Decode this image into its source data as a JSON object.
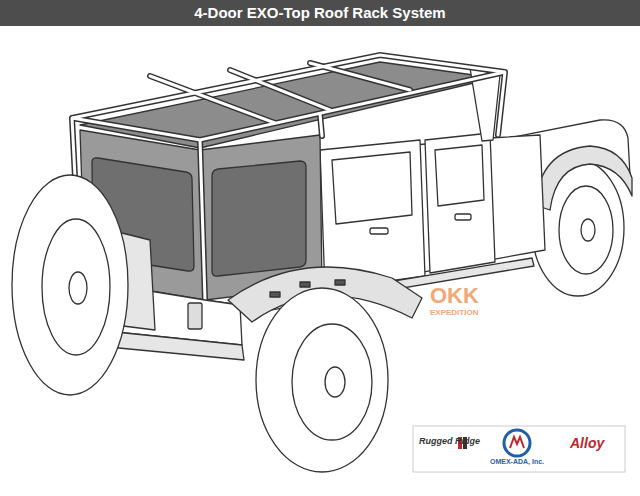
{
  "diagram": {
    "title": "4-Door EXO-Top Roof Rack System",
    "labels": [
      "Rugged Ridge",
      "OMEX-ADA, Inc.",
      "Alloy",
      "OKK",
      "EXPEDITION"
    ]
  }
}
